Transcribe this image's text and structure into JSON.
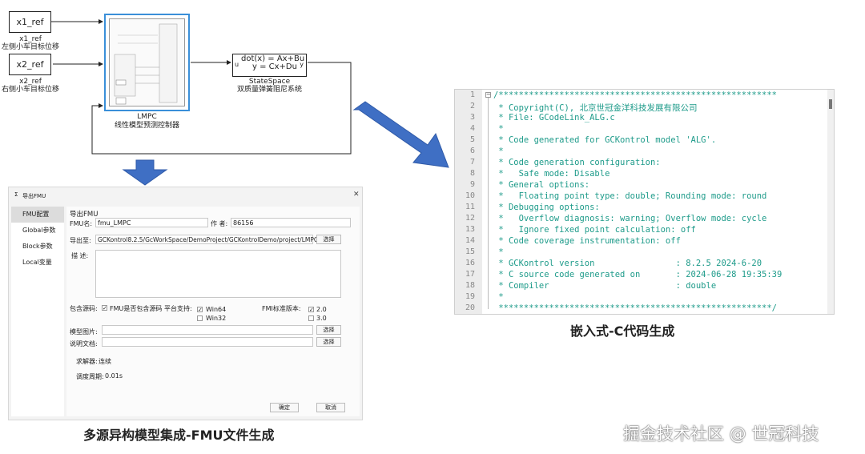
{
  "diagram": {
    "x1_block": "x1_ref",
    "x1_name": "x1_ref",
    "x1_desc": "左侧小车目标位移",
    "x2_block": "x2_ref",
    "x2_name": "x2_ref",
    "x2_desc": "右侧小车目标位移",
    "lmpc_name": "LMPC",
    "lmpc_desc": "线性模型预测控制器",
    "ss_eq1": "dot(x) = Ax+Bu",
    "ss_eq2": "y = Cx+Du",
    "ss_port_in": "u",
    "ss_port_out": "y",
    "ss_name": "StateSpace",
    "ss_desc": "双质量弹簧阻尼系统"
  },
  "dialog": {
    "title": "导出FMU",
    "sidebar": [
      "FMU配置",
      "Global参数",
      "Block参数",
      "Local变量"
    ],
    "section_title": "导出FMU",
    "fmu_name_label": "FMU名:",
    "fmu_name_value": "fmu_LMPC",
    "author_label": "作 者:",
    "author_value": "86156",
    "export_label": "导出至:",
    "export_value": "GCKontrol8.2.5/GcWorkSpace/DemoProject/GCKontrolDemo/project/LMPC",
    "browse_label": "选择",
    "desc_label": "描 述:",
    "include_label": "包含源码:",
    "include_option": "FMU是否包含源码",
    "platform_label": "平台支持:",
    "platform_win64": "Win64",
    "platform_win32": "Win32",
    "fmi_label": "FMI标准版本:",
    "fmi_20": "2.0",
    "fmi_30": "3.0",
    "model_image_label": "模型图片:",
    "doc_label": "说明文档:",
    "solver_label": "求解器:",
    "solver_value": "连续",
    "period_label": "调度周期:",
    "period_value": "0.01s",
    "ok_label": "确定",
    "cancel_label": "取消"
  },
  "editor": {
    "lines": [
      "/*******************************************************",
      " * Copyright(C), 北京世冠金洋科技发展有限公司",
      " * File: GCodeLink_ALG.c",
      " *",
      " * Code generated for GCKontrol model 'ALG'.",
      " *",
      " * Code generation configuration:",
      " *   Safe mode: Disable",
      " * General options:",
      " *   Floating point type: double; Rounding mode: round",
      " * Debugging options:",
      " *   Overflow diagnosis: warning; Overflow mode: cycle",
      " *   Ignore fixed point calculation: off",
      " * Code coverage instrumentation: off",
      " *",
      " * GCKontrol version                : 8.2.5 2024-6-20",
      " * C source code generated on       : 2024-06-28 19:35:39",
      " * Compiler                         : double",
      " *",
      " ******************************************************/"
    ]
  },
  "captions": {
    "left": "多源异构模型集成-FMU文件生成",
    "right": "嵌入式-C代码生成",
    "watermark": "掘金技术社区 @ 世冠科技"
  }
}
